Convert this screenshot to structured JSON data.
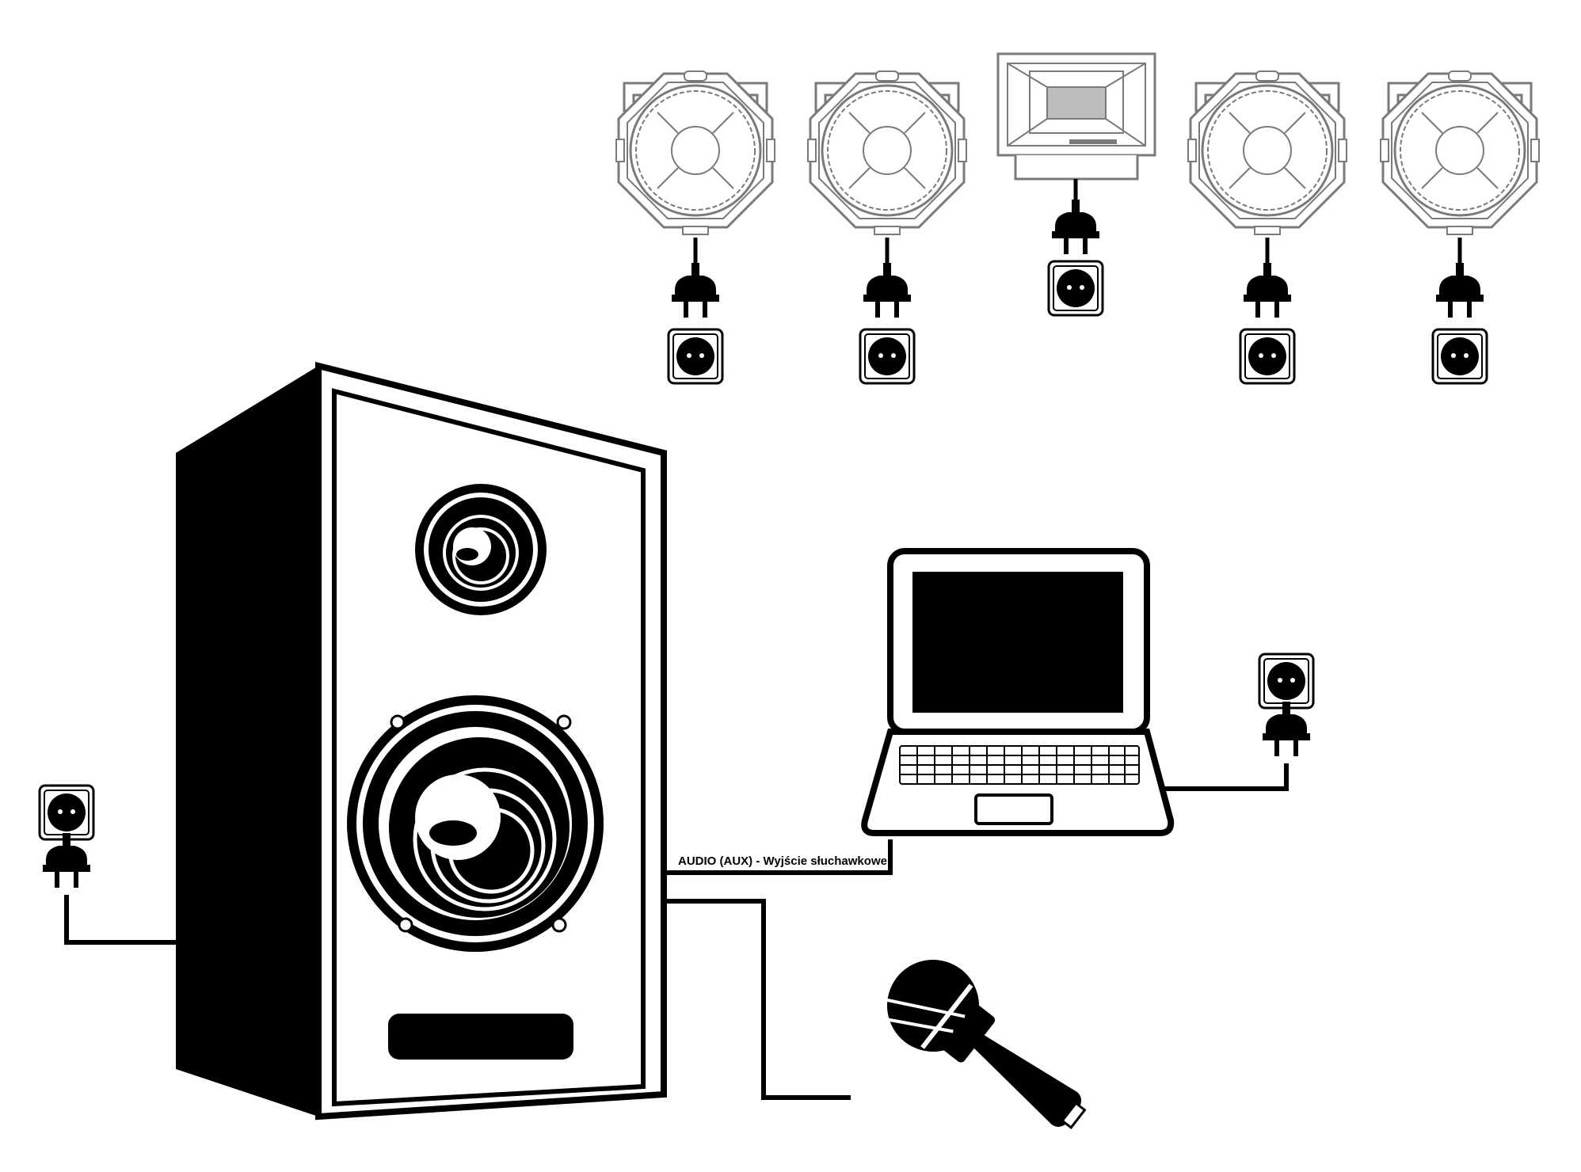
{
  "diagram": {
    "cable_label": "AUDIO (AUX) - Wyjście słuchawkowe",
    "nodes": [
      {
        "id": "speaker",
        "icon": "speaker-icon"
      },
      {
        "id": "laptop",
        "icon": "laptop-icon"
      },
      {
        "id": "microphone",
        "icon": "microphone-icon"
      },
      {
        "id": "par-light-1",
        "icon": "par-light-icon"
      },
      {
        "id": "par-light-2",
        "icon": "par-light-icon"
      },
      {
        "id": "led-panel",
        "icon": "led-panel-icon"
      },
      {
        "id": "par-light-3",
        "icon": "par-light-icon"
      },
      {
        "id": "par-light-4",
        "icon": "par-light-icon"
      }
    ],
    "connections": [
      {
        "from": "laptop",
        "to": "speaker",
        "label": "AUDIO (AUX) - Wyjście słuchawkowe"
      },
      {
        "from": "microphone",
        "to": "speaker"
      },
      {
        "from": "speaker",
        "to": "power-outlet"
      },
      {
        "from": "laptop",
        "to": "power-outlet"
      },
      {
        "from": "par-light-1",
        "to": "power-outlet"
      },
      {
        "from": "par-light-2",
        "to": "power-outlet"
      },
      {
        "from": "led-panel",
        "to": "power-outlet"
      },
      {
        "from": "par-light-3",
        "to": "power-outlet"
      },
      {
        "from": "par-light-4",
        "to": "power-outlet"
      }
    ]
  }
}
